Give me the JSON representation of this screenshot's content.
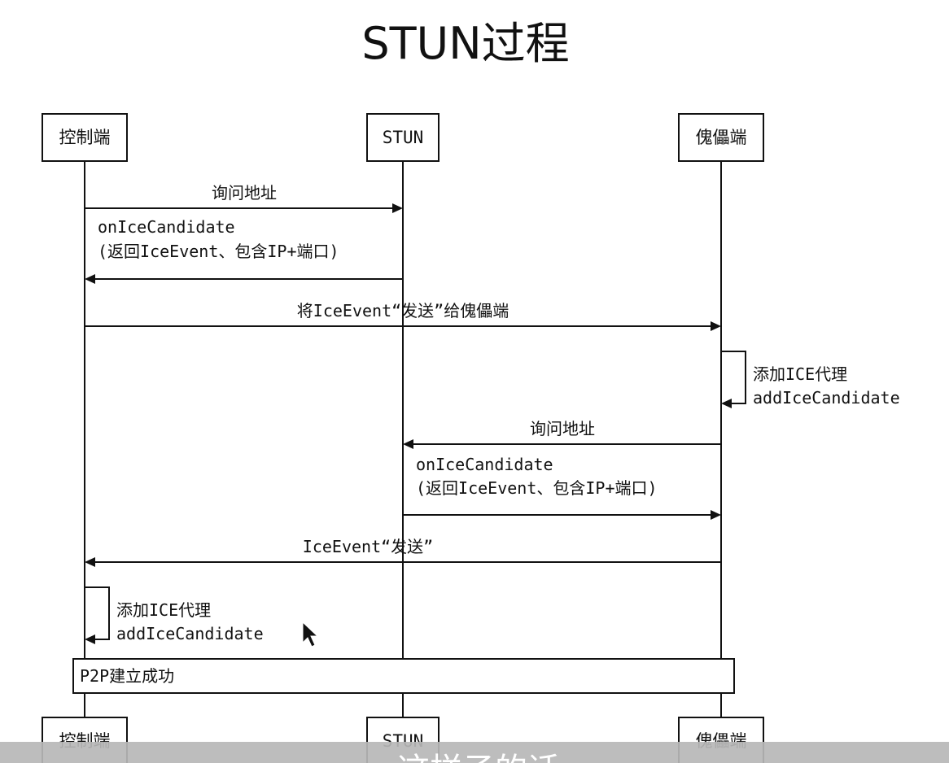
{
  "title": "STUN过程",
  "participants": {
    "controller": "控制端",
    "stun": "STUN",
    "puppet": "傀儡端"
  },
  "messages": {
    "m1": "询问地址",
    "m2_line1": "onIceCandidate",
    "m2_line2": "(返回IceEvent、包含IP+端口)",
    "m3": "将IceEvent“发送”给傀儡端",
    "self1_line1": "添加ICE代理",
    "self1_line2": "addIceCandidate",
    "m4": "询问地址",
    "m5_line1": "onIceCandidate",
    "m5_line2": "(返回IceEvent、包含IP+端口)",
    "m6": "IceEvent“发送”",
    "self2_line1": "添加ICE代理",
    "self2_line2": "addIceCandidate"
  },
  "banner": "P2P建立成功",
  "subtitle": "这样子的话",
  "colors": {
    "ink": "#111111",
    "background": "#ffffff",
    "caption_bar": "#b7b7b7"
  }
}
